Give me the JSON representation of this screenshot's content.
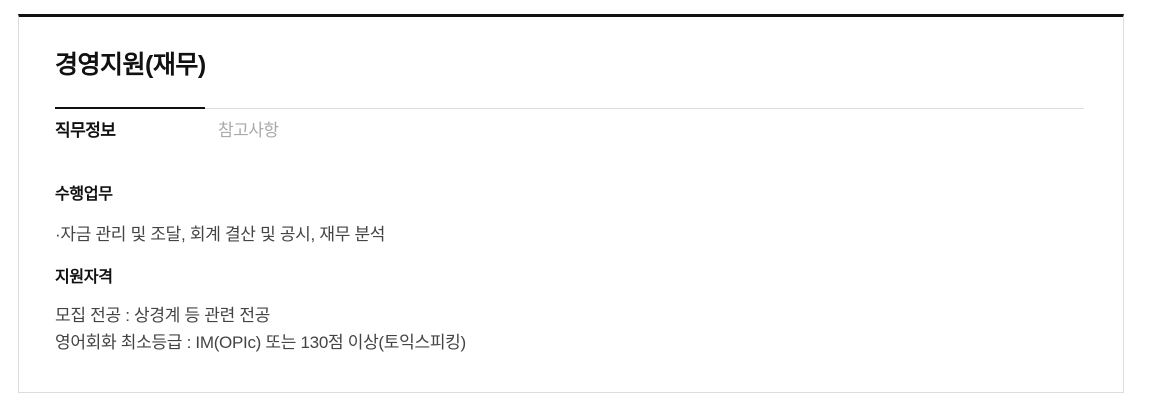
{
  "card": {
    "title": "경영지원(재무)",
    "tabs": {
      "job_info": "직무정보",
      "notes": "참고사항"
    },
    "duties": {
      "heading": "수행업무",
      "line1": "·자금 관리 및 조달, 회계 결산 및 공시, 재무 분석"
    },
    "qualifications": {
      "heading": "지원자격",
      "line1": "모집 전공 : 상경계 등 관련 전공",
      "line2": "영어회화 최소등급 : IM(OPIc) 또는 130점 이상(토익스피킹)"
    }
  },
  "colors": {
    "card_top_border": "#111111",
    "card_border": "#dddddd",
    "title_text": "#111111",
    "active_tab_text": "#111111",
    "inactive_tab_text": "#aaaaaa",
    "body_text": "#444444"
  }
}
